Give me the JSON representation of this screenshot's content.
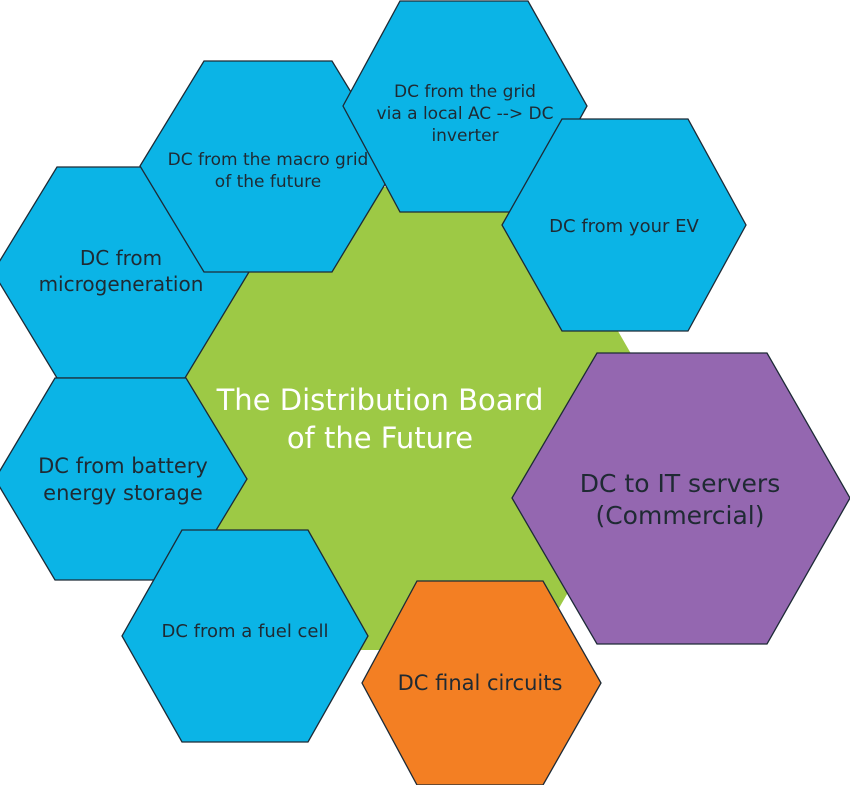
{
  "center": {
    "label": "The Distribution Board\nof the Future",
    "color": "#9dc945"
  },
  "hexagons": [
    {
      "id": "microgeneration",
      "label": "DC from\nmicrogeneration",
      "color": "#0bb4e6"
    },
    {
      "id": "macro-grid",
      "label": "DC from the macro grid\nof the future",
      "color": "#0bb4e6"
    },
    {
      "id": "grid-inverter",
      "label": "DC from the grid\nvia a local AC --> DC\ninverter",
      "color": "#0bb4e6"
    },
    {
      "id": "ev",
      "label": "DC from your EV",
      "color": "#0bb4e6"
    },
    {
      "id": "battery",
      "label": "DC from battery\nenergy storage",
      "color": "#0bb4e6"
    },
    {
      "id": "it-servers",
      "label": "DC to IT servers\n(Commercial)",
      "color": "#9467b0"
    },
    {
      "id": "fuel-cell",
      "label": "DC from a fuel cell",
      "color": "#0bb4e6"
    },
    {
      "id": "final-circuits",
      "label": "DC final circuits",
      "color": "#f37f23"
    }
  ]
}
